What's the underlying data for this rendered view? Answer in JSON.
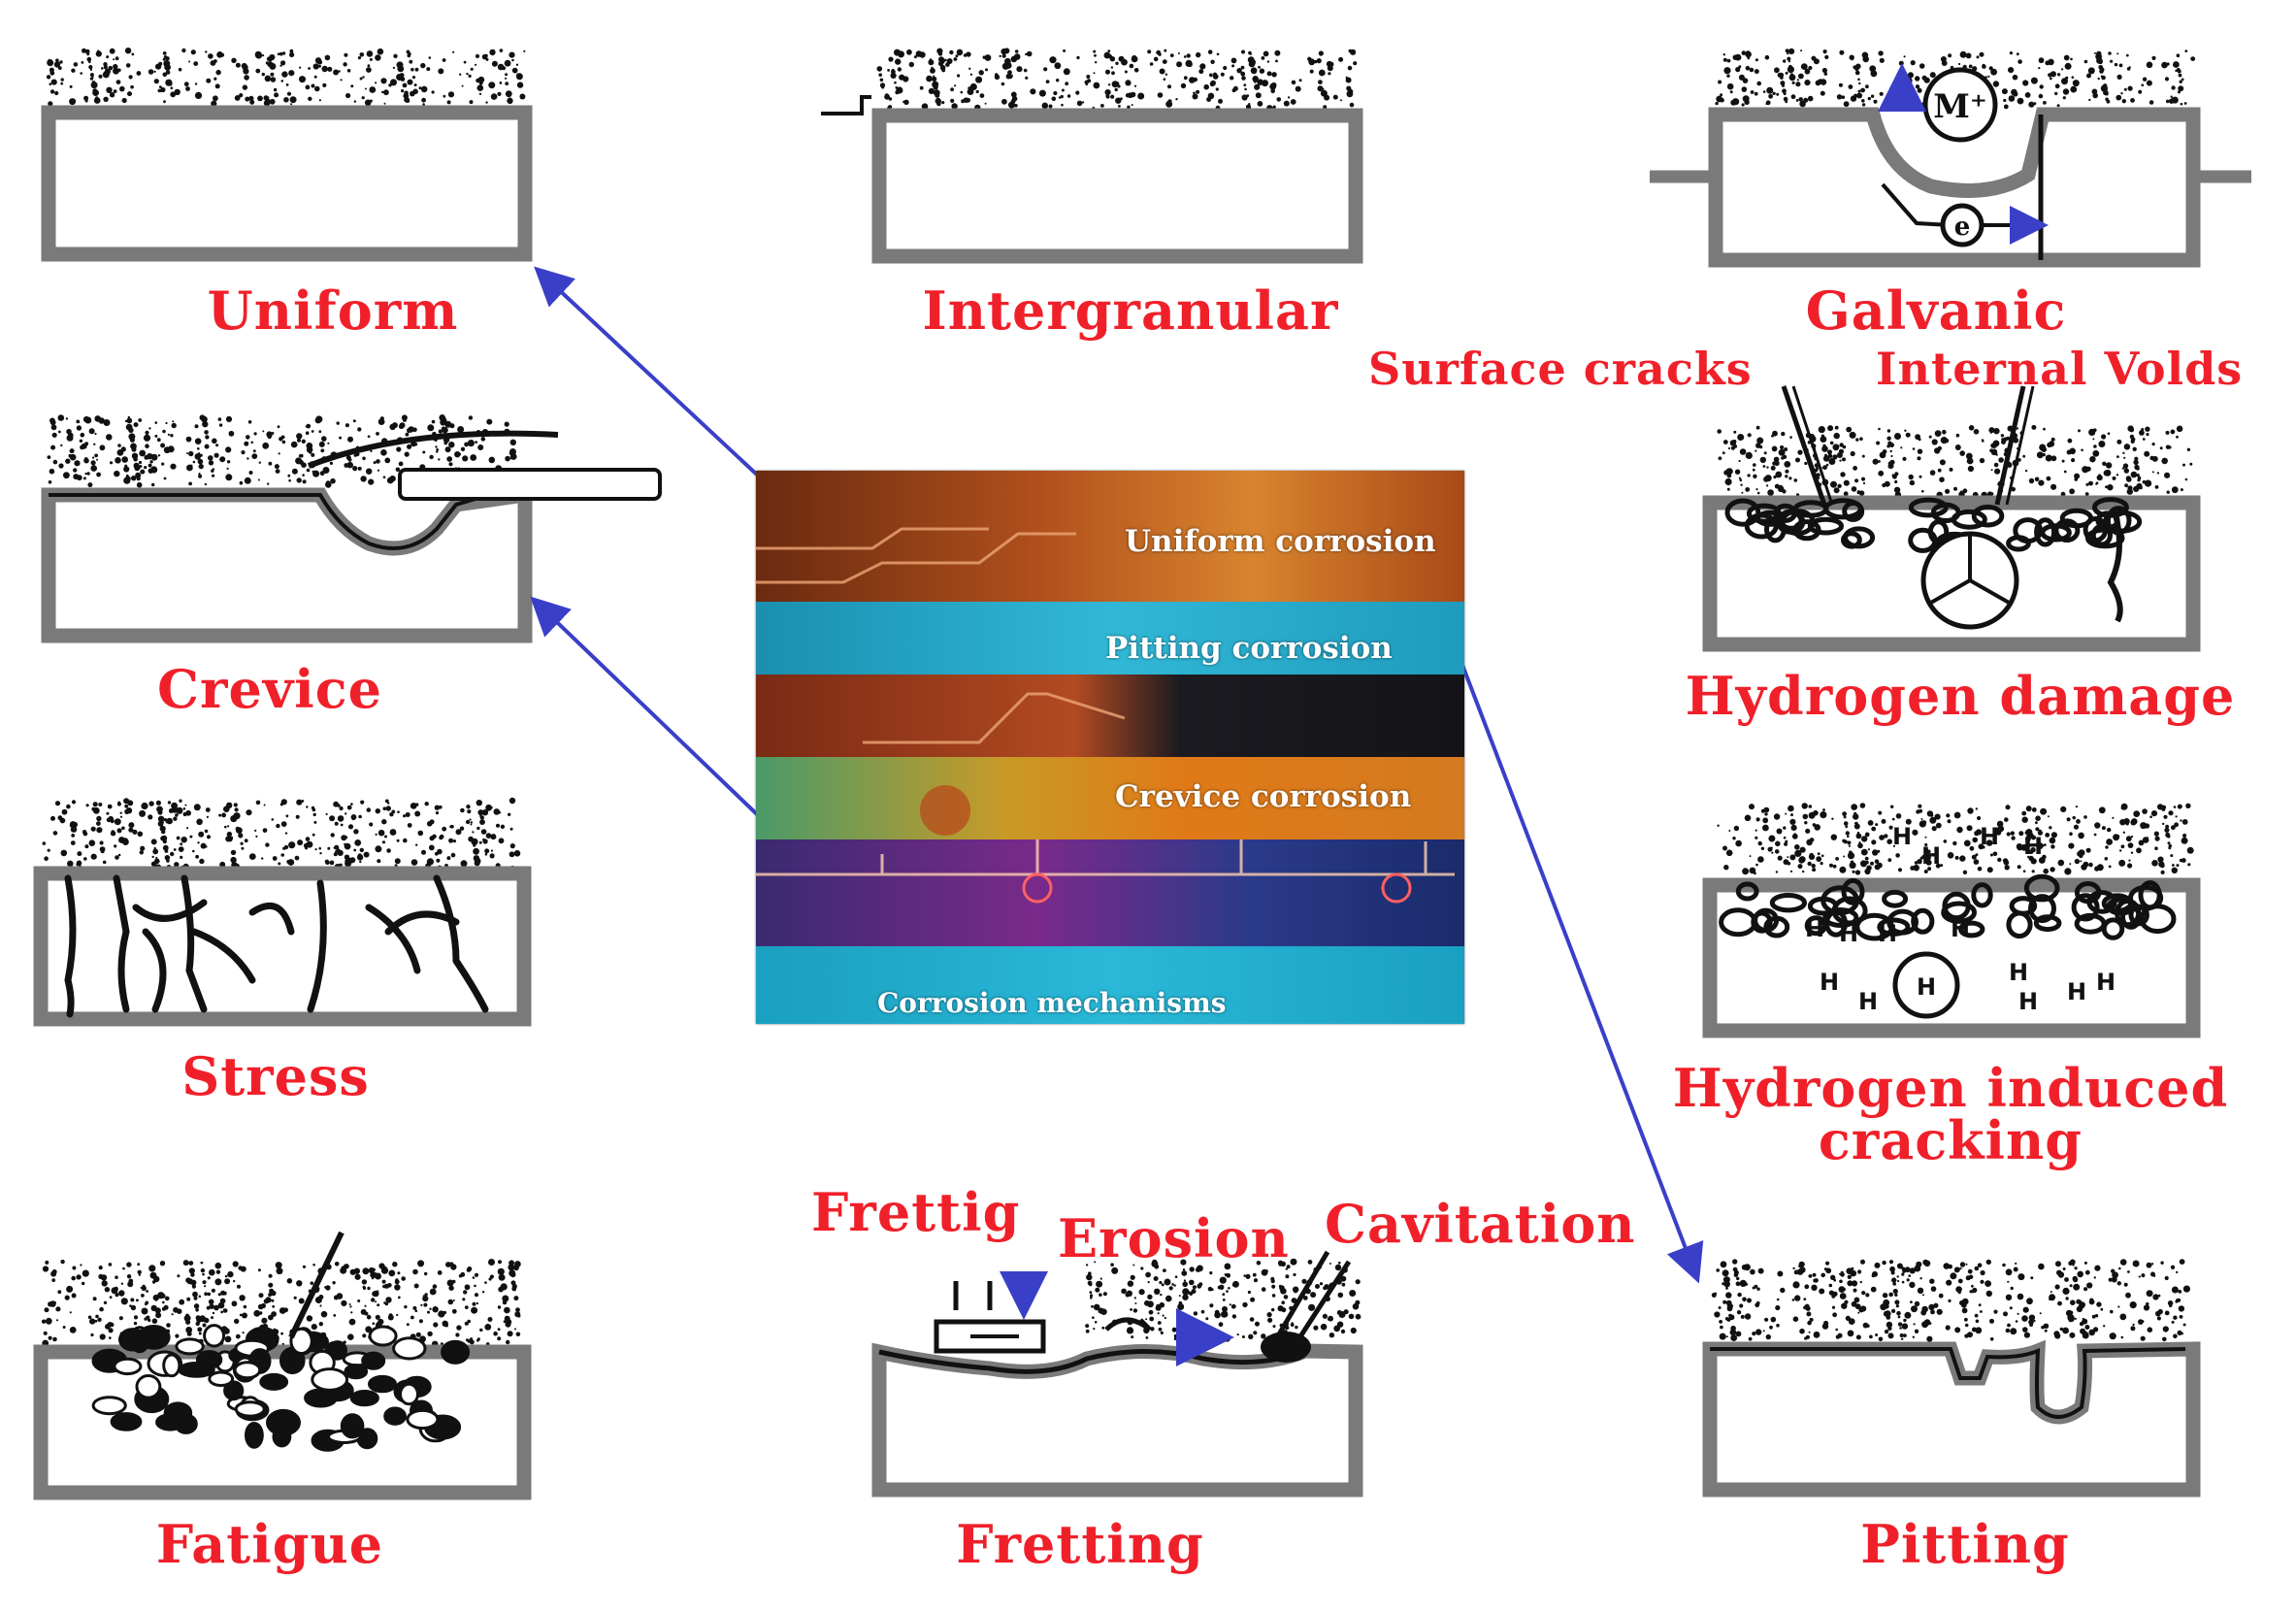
{
  "labels": {
    "uniform": "Uniform",
    "intergranular": "Intergranular",
    "galvanic": "Galvanic",
    "surface_cracks": "Surface cracks",
    "internal_voids": "Internal Volds",
    "crevice": "Crevice",
    "hydrogen_damage": "Hydrogen damage",
    "stress": "Stress",
    "hydrogen_induced_cracking": "Hydrogen induced cracking",
    "frettig": "Frettig",
    "erosion": "Erosion",
    "cavitation": "Cavitation",
    "fatigue": "Fatigue",
    "fretting": "Fretting",
    "pitting": "Pitting"
  },
  "galvanic_symbols": {
    "metal_ion": "M⁺",
    "electron": "e"
  },
  "hydrogen_symbol": "H",
  "collage": {
    "uniform_corrosion": "Uniform corrosion",
    "pitting_corrosion": "Pitting corrosion",
    "crevice_corrosion": "Crevice corrosion",
    "corrosion_mechanisms": "Corrosion mechanisms"
  },
  "colors": {
    "label": "#f0202a",
    "arrow": "#3a3fc8",
    "box_border": "#7a7a7a",
    "ink": "#111111"
  }
}
